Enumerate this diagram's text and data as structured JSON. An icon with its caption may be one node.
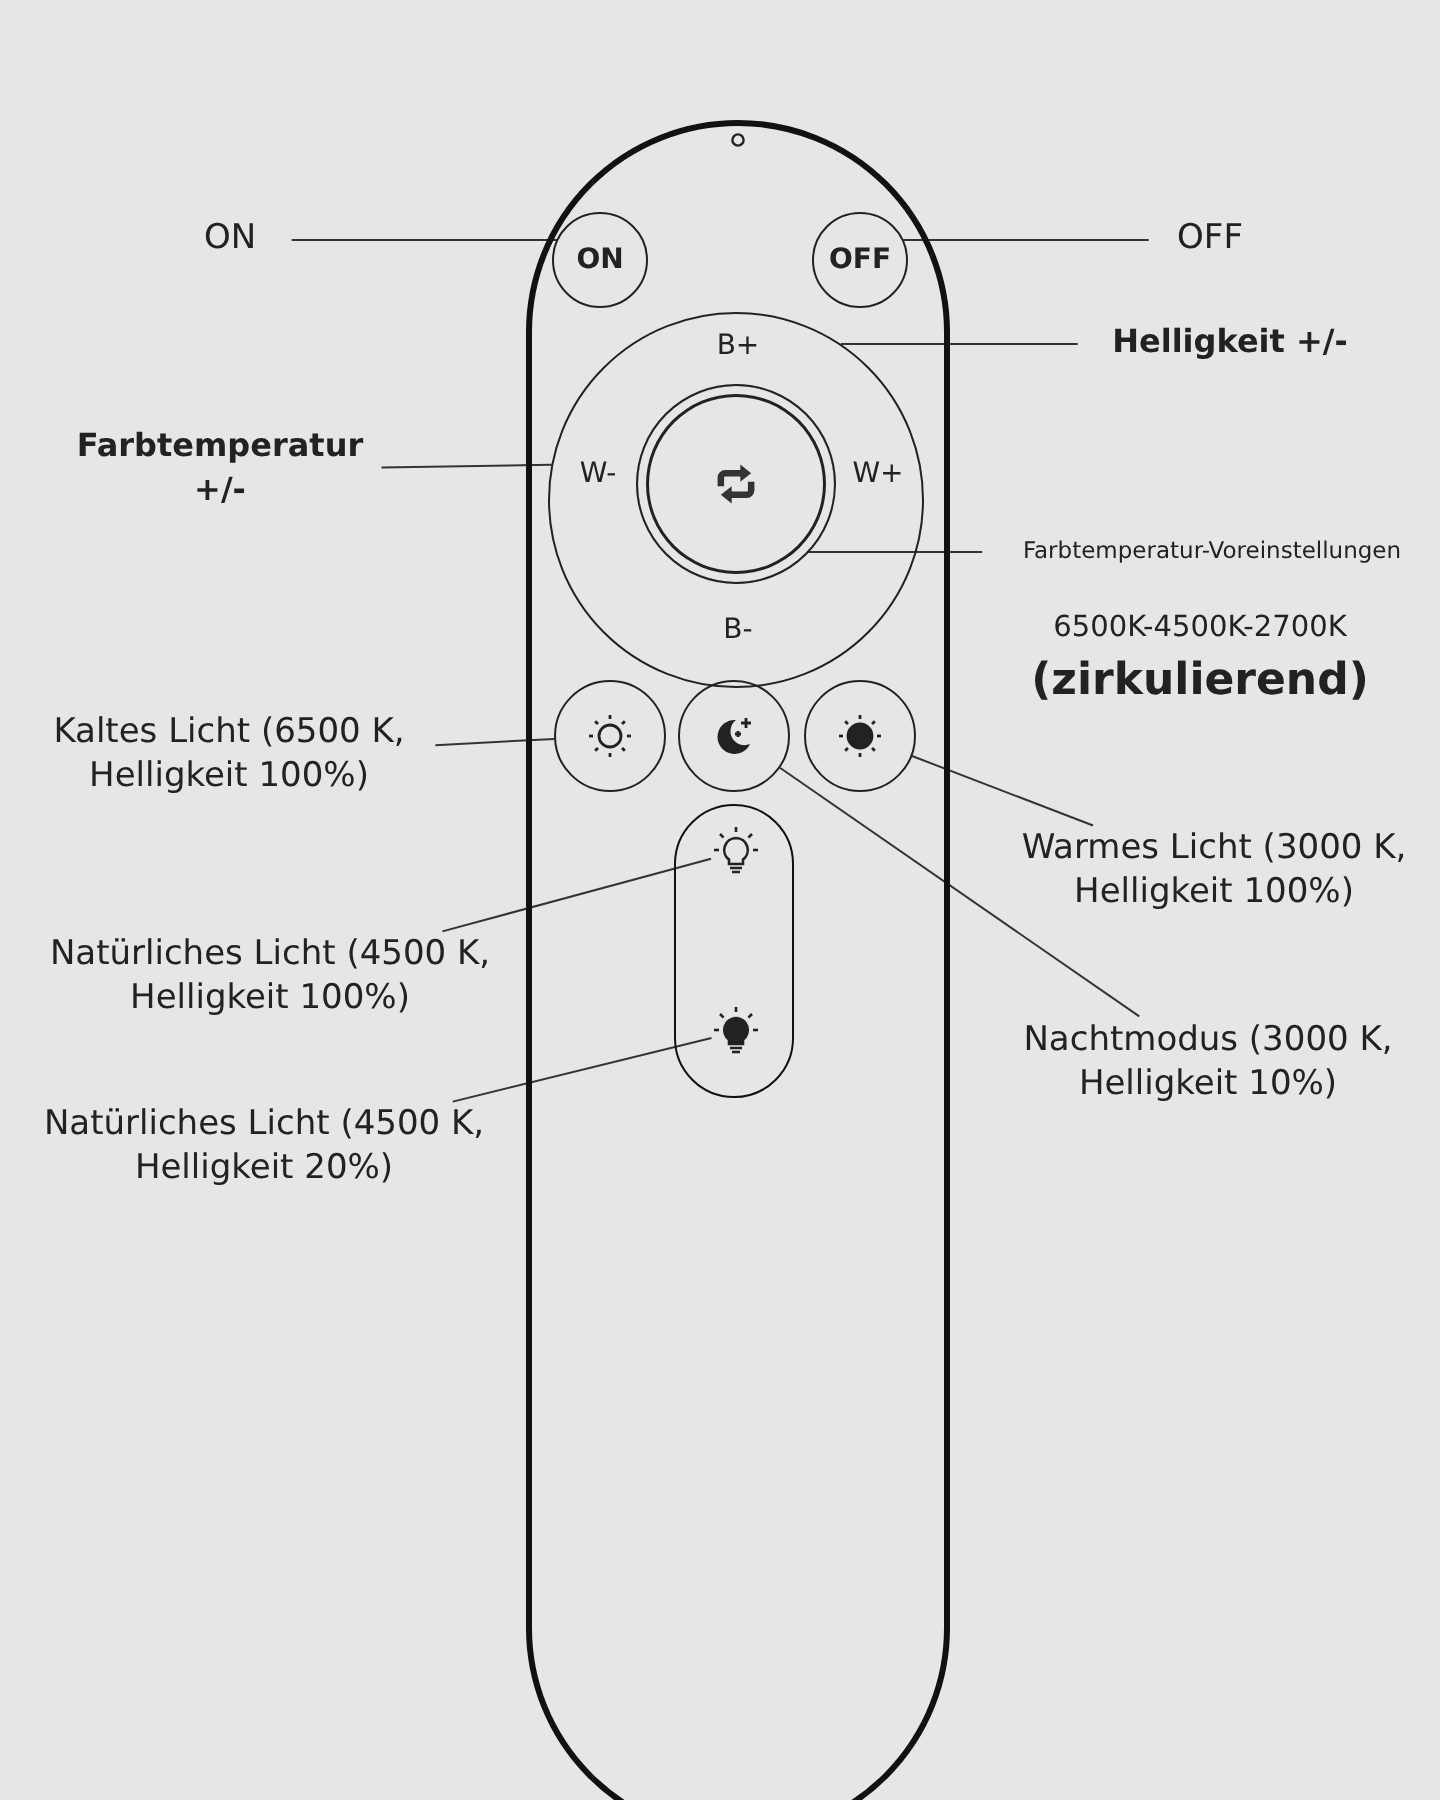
{
  "diagram": {
    "nodes": [
      {
        "text": [],
        "shape": "box"
      },
      {
        "text": [
          "ON"
        ]
      },
      {
        "text": [
          "ON"
        ],
        "in": 0
      },
      {
        "text": [
          "OFF"
        ],
        "in": 0
      },
      {
        "text": [
          "OFF"
        ]
      },
      {
        "text": [
          "B+",
          "W-",
          "W+",
          "B-"
        ],
        "in": 0
      },
      {
        "text": [
          "Helligkeit +/-"
        ]
      },
      {
        "text": [
          "Farbtemperatur +/-"
        ]
      },
      {
        "text": [],
        "shape": "circle",
        "in": 5
      },
      {
        "text": [
          "Farbtemperatur-Voreinstellungen"
        ]
      },
      {
        "text": [
          "Kaltes Licht (6500 K, Helligkeit 100%)"
        ]
      },
      {
        "text": [],
        "shape": "circle",
        "in": 0
      },
      {
        "text": [],
        "shape": "circle",
        "in": 0
      },
      {
        "text": [],
        "shape": "circle",
        "in": 0
      },
      {
        "text": [],
        "shape": "box",
        "in": 0
      },
      {
        "text": [],
        "shape": "bulb",
        "in": 14
      },
      {
        "text": [],
        "shape": "bulb",
        "in": 14
      },
      {
        "text": [
          "Warmes Licht (3000 K, Helligkeit 100%)"
        ]
      },
      {
        "text": [
          "Natürliches Licht (4500 K, Helligkeit 100%)"
        ]
      },
      {
        "text": [
          "Nachtmodus (3000 K, Helligkeit 10%)"
        ]
      },
      {
        "text": [
          "Natürliches Licht (4500 K, Helligkeit 20%)"
        ]
      }
    ],
    "edges": [
      {
        "from": 1,
        "to": 2,
        "arrow": "none"
      },
      {
        "from": 4,
        "to": 3,
        "arrow": "none"
      },
      {
        "from": 6,
        "to": 5,
        "arrow": "none"
      },
      {
        "from": 7,
        "to": 5,
        "arrow": "none"
      },
      {
        "from": 9,
        "to": 8,
        "arrow": "none"
      },
      {
        "from": 10,
        "to": 11,
        "arrow": "none"
      },
      {
        "from": 17,
        "to": 13,
        "arrow": "none"
      },
      {
        "from": 18,
        "to": 15,
        "arrow": "none"
      },
      {
        "from": 19,
        "to": 12,
        "arrow": "none"
      },
      {
        "from": 20,
        "to": 16,
        "arrow": "none"
      }
    ],
    "labels": [
      "6500K-4500K-2700K",
      "(zirkulierend)"
    ]
  }
}
